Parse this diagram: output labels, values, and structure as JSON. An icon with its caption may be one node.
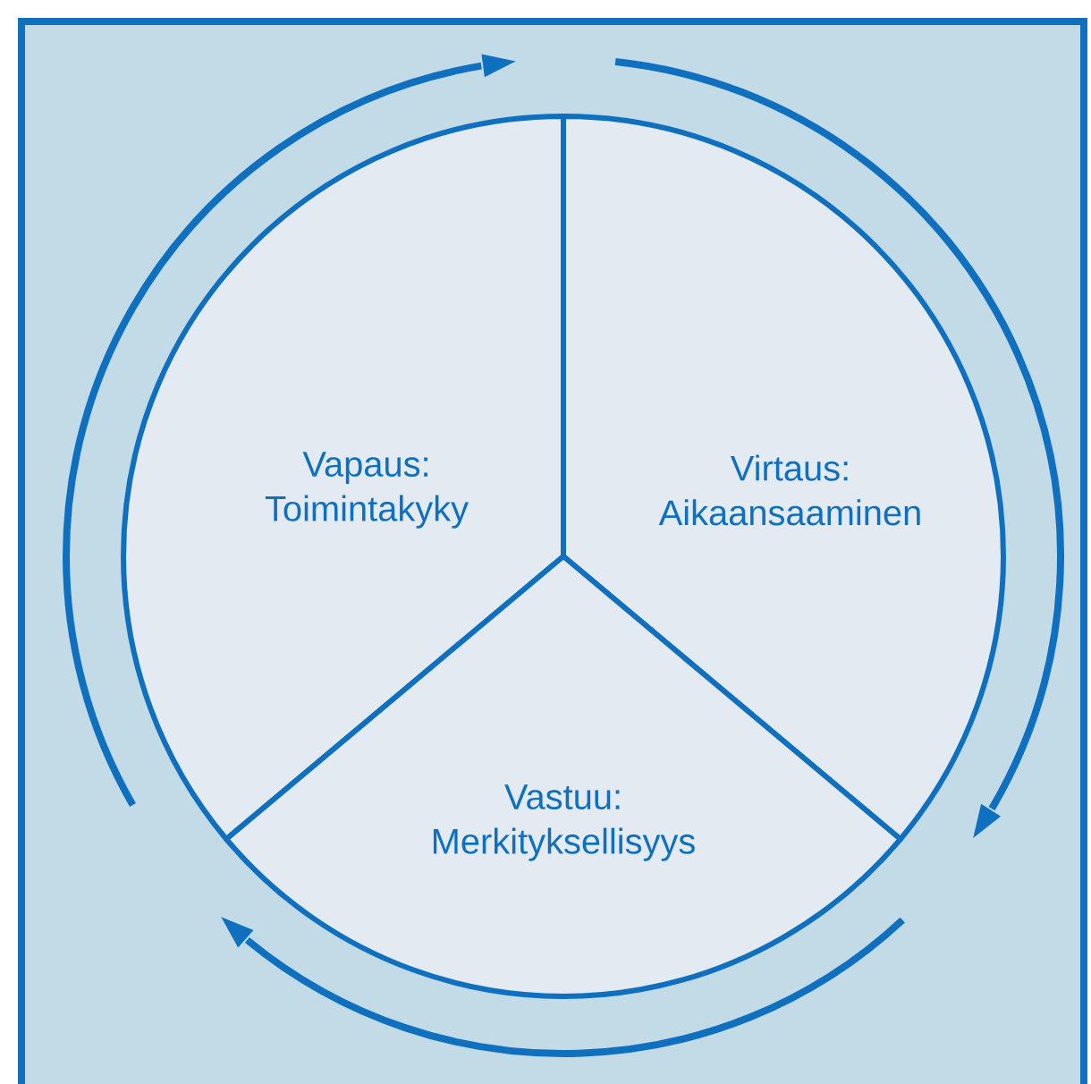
{
  "diagram": {
    "nodes": [
      {
        "text": [
          "Vapaus: Toimintakyky"
        ]
      },
      {
        "text": [
          "Virtaus: Aikaansaaminen"
        ]
      },
      {
        "text": [
          "Vastuu: Merkityksellisyys"
        ]
      }
    ]
  }
}
